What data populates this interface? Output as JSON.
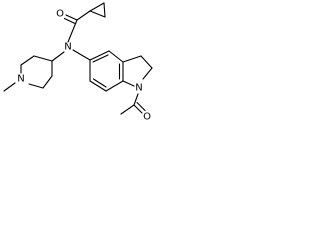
{
  "molecule": {
    "atoms": {
      "amide_oxygen": "O",
      "amine_nitrogen": "N",
      "piperidine_nitrogen": "N",
      "indoline_nitrogen": "N",
      "acetyl_oxygen": "O"
    }
  },
  "colors": {
    "bond": "#000000",
    "label": "#000000",
    "background": "#ffffff"
  }
}
